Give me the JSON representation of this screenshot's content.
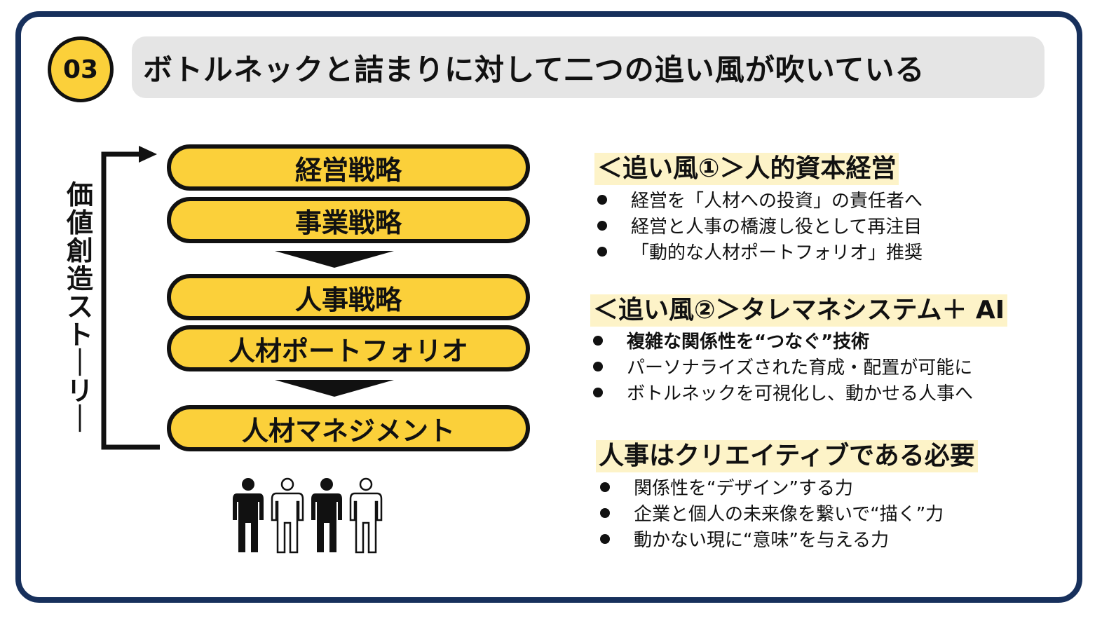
{
  "badge": "03",
  "title": "ボトルネックと詰まりに対して二つの追い風が吹いている",
  "side_label": "価値創造ストーリー",
  "flow": {
    "box1": "経営戦略",
    "box2": "事業戦略",
    "box3": "人事戦略",
    "box4": "人材ポートフォリオ",
    "box5": "人材マネジメント"
  },
  "icons": [
    "person-icon",
    "down-arrow-icon",
    "bracket-arrow-icon"
  ],
  "colors": {
    "accent": "#fbd03a",
    "frame": "#17305c",
    "highlight": "#fdf3c8",
    "title_bg": "#e5e5e5"
  },
  "sections": [
    {
      "heading": "＜追い風①＞人的資本経営",
      "items": [
        "経営を「人材への投資」の責任者へ",
        "経営と人事の橋渡し役として再注目",
        "「動的な人材ポートフォリオ」推奨"
      ]
    },
    {
      "heading": "＜追い風②＞タレマネシステム＋ AI",
      "items": [
        "複雑な関係性を“つなぐ”技術",
        "パーソナライズされた育成・配置が可能に",
        "ボトルネックを可視化し、動かせる人事へ"
      ]
    },
    {
      "heading": "人事はクリエイティブである必要",
      "items": [
        "関係性を“デザイン”する力",
        "企業と個人の未来像を繋いで“描く”力",
        "動かない現に“意味”を与える力"
      ]
    }
  ]
}
